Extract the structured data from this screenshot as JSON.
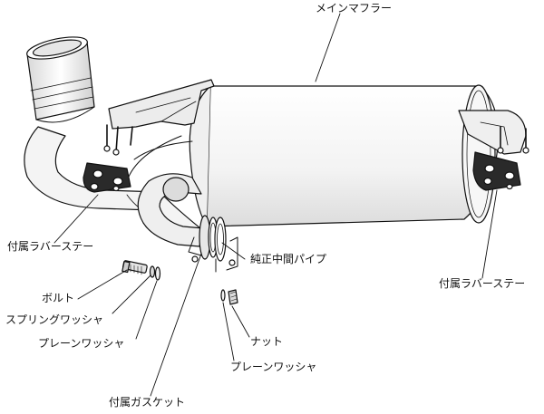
{
  "labels": {
    "main_muffler": "メインマフラー",
    "rubber_stay_left": "付属ラバーステー",
    "center_pipe": "純正中間パイプ",
    "rubber_stay_right": "付属ラバーステー",
    "bolt": "ボルト",
    "spring_washer": "スプリングワッシャ",
    "plain_washer_left": "プレーンワッシャ",
    "nut": "ナット",
    "plain_washer_right": "プレーンワッシャ",
    "gasket": "付属ガスケット"
  },
  "colors": {
    "line": "#111111",
    "body_fill": "#f4f4f4",
    "shade": "#cfcfcf",
    "dark": "#2a2a2a"
  }
}
